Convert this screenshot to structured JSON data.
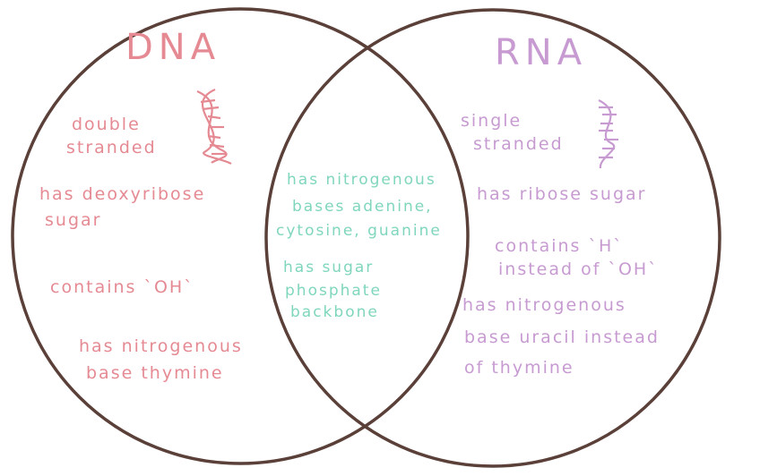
{
  "colors": {
    "dna": "#e58a93",
    "rna": "#c79bd1",
    "shared": "#7fd6bd",
    "circle_outline": "#5a4038"
  },
  "dna": {
    "title": "DNA",
    "icon": "double-helix-icon",
    "lines": [
      "double",
      "stranded",
      "has deoxyribose",
      "sugar",
      "contains `OH`",
      "has nitrogenous",
      "base thymine"
    ]
  },
  "rna": {
    "title": "RNA",
    "icon": "single-strand-icon",
    "lines": [
      "single",
      "stranded",
      "has ribose sugar",
      "contains `H`",
      "instead of `OH`",
      "has nitrogenous",
      "base uracil instead",
      "of thymine"
    ]
  },
  "shared": {
    "lines": [
      "has nitrogenous",
      "bases adenine,",
      "cytosine, guanine",
      "has sugar",
      "phosphate",
      "backbone"
    ]
  }
}
